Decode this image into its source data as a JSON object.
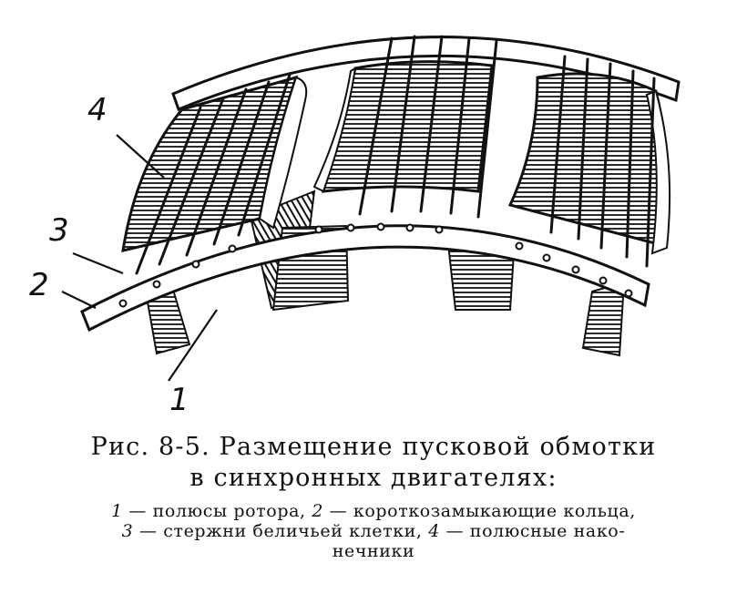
{
  "figure": {
    "callouts": [
      "4",
      "3",
      "2",
      "1"
    ]
  },
  "caption": {
    "title_line1": "Рис. 8-5. Размещение пусковой обмотки",
    "title_line2": "в синхронных двигателях:",
    "legend": [
      {
        "num": "1",
        "text": " — полюсы ротора, "
      },
      {
        "num": "2",
        "text": " — короткозамыкающие кольца,"
      },
      {
        "num": "3",
        "text": " — стержни беличьей клетки, "
      },
      {
        "num": "4",
        "text": " — полюсные нако-"
      },
      {
        "text": "нечники"
      }
    ]
  }
}
